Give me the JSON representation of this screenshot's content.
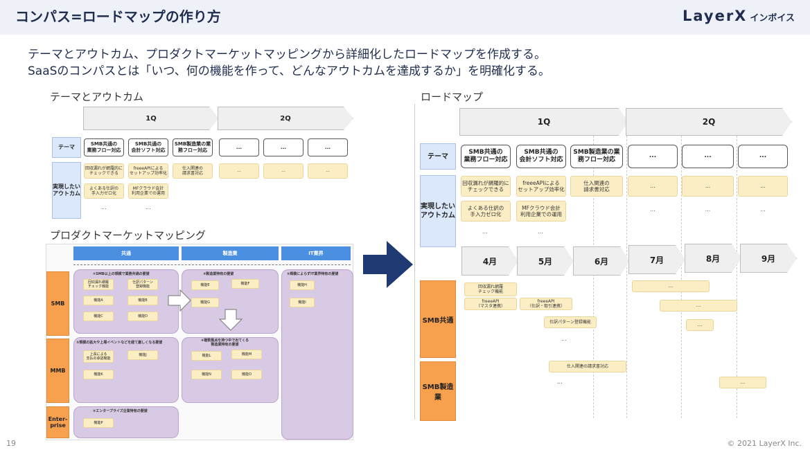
{
  "header": {
    "title": "コンパス=ロードマップの作り方",
    "logo_main": "LayerX",
    "logo_sub": "インボイス"
  },
  "description": {
    "line1": "テーマとアウトカム、プロダクトマーケットマッピングから詳細化したロードマップを作成する。",
    "line2": "SaaSのコンパスとは「いつ、何の機能を作って、どんなアウトカムを達成するか」を明確化する。"
  },
  "theme_outcome": {
    "heading": "テーマとアウトカム",
    "quarters": [
      "1Q",
      "2Q"
    ],
    "theme_label": "テーマ",
    "outcome_label": "実現したい\nアウトカム",
    "themes": [
      "SMB共通の\n業務フロー対応",
      "SMB共通の\n会計ソフト対応",
      "SMB製造業の業\n務フロー対応",
      "...",
      "...",
      "..."
    ],
    "outcomes_row1": [
      "回収漏れが網羅的に\nチェックできる",
      "freeeAPIによる\nセットアップ効率化",
      "仕入関連の\n請求書対応",
      "...",
      "...",
      "..."
    ],
    "outcomes_row2": [
      "よくある仕訳の\n手入力ゼロ化",
      "MFクラウド会計\n利用企業での運用"
    ],
    "ellipsis": "..."
  },
  "pmm": {
    "heading": "プロダクトマーケットマッピング",
    "columns": [
      "共通",
      "製造業",
      "IT業界"
    ],
    "rows": [
      "SMB",
      "MMB",
      "Enter-\nprise"
    ],
    "groups": [
      {
        "title": "①SMB以上の規模で業務共通の要望",
        "items": [
          "回収漏れ網羅\nチェック機能",
          "仕訳パターン\n登録機能",
          "機能A",
          "機能B",
          "機能C",
          "機能D"
        ]
      },
      {
        "title": "③製造業特有の要望",
        "items": [
          "機能E",
          "機能F",
          "機能G"
        ]
      },
      {
        "title": "⑤規模によらずIT業界特有の要望",
        "items": [
          "機能H",
          "機能I"
        ]
      },
      {
        "title": "②規模の拡大や上場イベントなどを経て厳しくなる要望",
        "items": [
          "上長による\n支払の承認機能",
          "機能J",
          "機能K"
        ]
      },
      {
        "title": "④複数拠点を持つ中で出てくる\n製造業特有の要望",
        "items": [
          "機能L",
          "機能M",
          "機能N",
          "機能O"
        ]
      },
      {
        "title": "⑤エンタープライズ企業特有の要望",
        "items": [
          "機能P"
        ]
      }
    ]
  },
  "roadmap": {
    "heading": "ロードマップ",
    "quarters": [
      "1Q",
      "2Q"
    ],
    "theme_label": "テーマ",
    "outcome_label": "実現したい\nアウトカム",
    "themes": [
      "SMB共通の\n業務フロー対応",
      "SMB共通の\n会計ソフト対応",
      "SMB製造業の業\n務フロー対応",
      "...",
      "...",
      "..."
    ],
    "outcomes_row1": [
      "回収漏れが網羅的に\nチェックできる",
      "freeeAPIによる\nセットアップ効率化",
      "仕入関連の\n請求書対応",
      "...",
      "...",
      "..."
    ],
    "outcomes_row2": [
      "よくある仕訳の\n手入力ゼロ化",
      "MFクラウド会計\n利用企業での運用",
      "...",
      "...",
      "..."
    ],
    "months": [
      "4月",
      "5月",
      "6月",
      "7月",
      "8月",
      "9月"
    ],
    "segments": [
      "SMB共通",
      "SMB製造業"
    ],
    "features": [
      "回収漏れ網羅\nチェック機能",
      "freeeAPI\n（マスタ連携）",
      "freeeAPI\n（仕訳・取引連携）",
      "仕訳パターン登録機能",
      "仕入関連の請求書対応",
      "...",
      "...",
      "...",
      "..."
    ],
    "ellipsis": "..."
  },
  "footer": {
    "page": "19",
    "copyright": "© 2021 LayerX Inc."
  },
  "colors": {
    "navy": "#1f2d4e",
    "arrow": "#1f3a73",
    "column_header": "#4a8fe0",
    "segment_orange": "#f7a04e",
    "note_yellow": "#fbeec5",
    "group_purple": "#d8cae4",
    "label_blue": "#dbe8fb"
  }
}
